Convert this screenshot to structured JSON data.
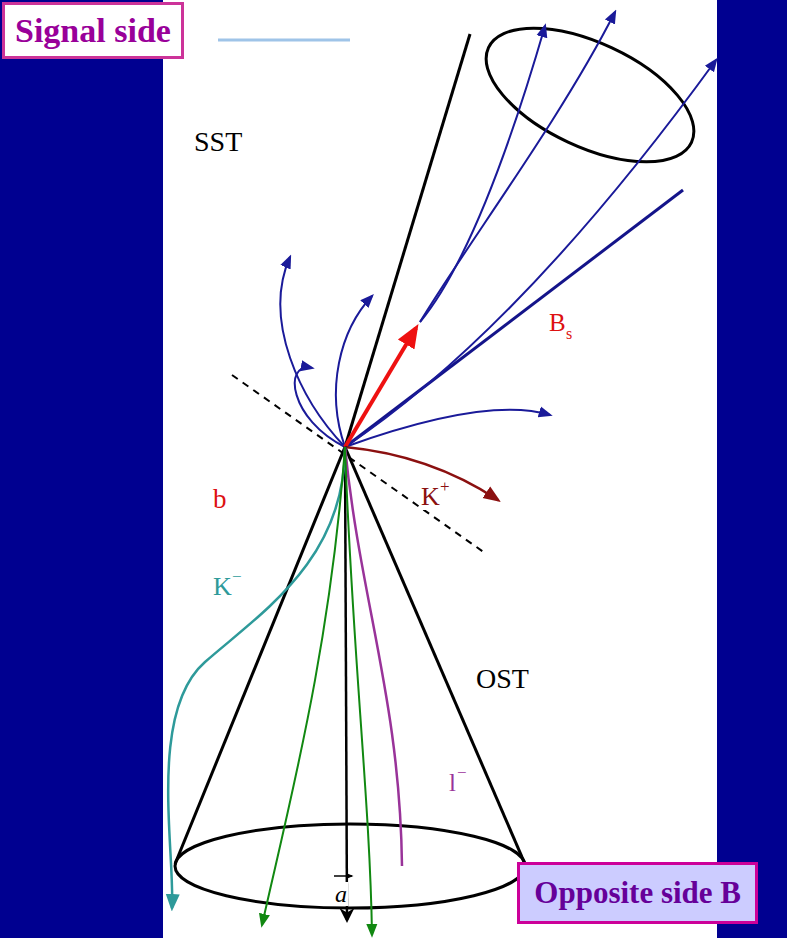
{
  "diagram": {
    "nodes": [
      {
        "text": [
          "Signal side"
        ]
      },
      {
        "text": [
          "Opposite side B"
        ]
      }
    ],
    "labels": [
      "SST",
      "B",
      "s",
      "b",
      "K",
      "+",
      "K",
      "−",
      "OST",
      "a",
      "l",
      "−"
    ]
  }
}
